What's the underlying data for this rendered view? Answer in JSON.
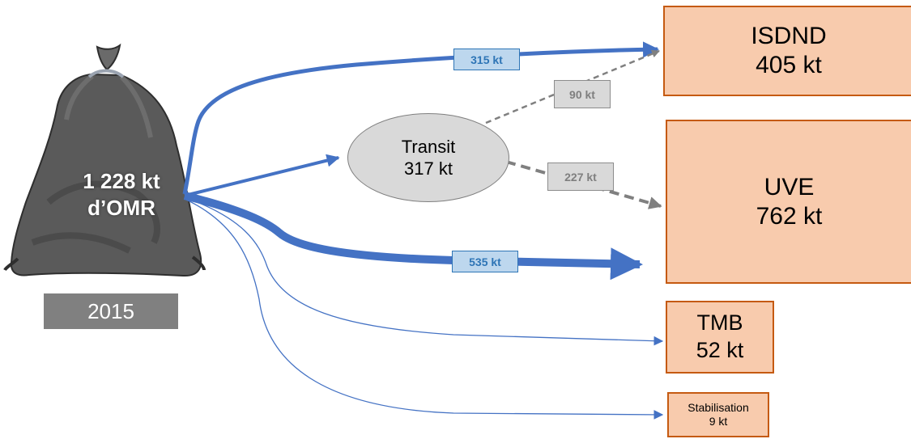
{
  "source": {
    "line1": "1 228 kt",
    "line2": "d’OMR",
    "year": "2015"
  },
  "transit": {
    "name": "Transit",
    "value": "317 kt"
  },
  "destinations": {
    "isdnd": {
      "name": "ISDND",
      "value": "405 kt"
    },
    "uve": {
      "name": "UVE",
      "value": "762 kt"
    },
    "tmb": {
      "name": "TMB",
      "value": "52 kt"
    },
    "stabilisation": {
      "name": "Stabilisation",
      "value": "9 kt"
    }
  },
  "flows": {
    "omr_to_isdnd": "315 kt",
    "omr_to_uve": "535 kt",
    "transit_to_isdnd": "90 kt",
    "transit_to_uve": "227 kt"
  },
  "colors": {
    "flow_blue": "#4472c4",
    "flow_grey": "#808080",
    "box_fill": "#f8cbad",
    "box_border": "#c55a11",
    "transit_fill": "#d9d9d9",
    "bag_fill": "#5a5a5a"
  }
}
